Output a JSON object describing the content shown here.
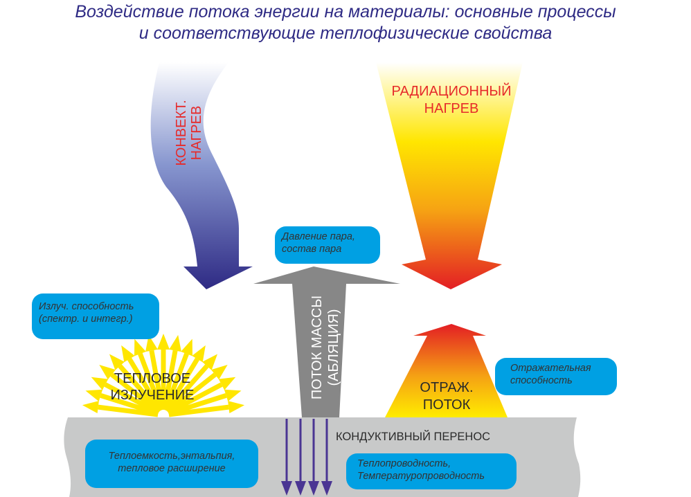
{
  "title": {
    "line1": "Воздействие потока энергии на материалы: основные процессы",
    "line2": "и соответствующие теплофизические свойства"
  },
  "colors": {
    "title": "#2e2a84",
    "bubble": "#00a0e3",
    "material": "#c8c9c9",
    "mass_flow_arrow": "#878787",
    "conduction_arrows": "#4a3593",
    "label_red": "#e62a2a",
    "radiation_gradient": [
      "#ffffff",
      "#ffe600",
      "#f39c12",
      "#e31e24"
    ],
    "convection_gradient": [
      "#ffffff",
      "#7b8ecb",
      "#2e2a84"
    ],
    "thermal_radiation": "#ffe600"
  },
  "processes": {
    "convective_heating": {
      "line1": "КОНВЕКТ.",
      "line2": "НАГРЕВ",
      "icon": "wavy-arrow-down-icon"
    },
    "radiative_heating": {
      "line1": "РАДИАЦИОННЫЙ",
      "line2": "НАГРЕВ",
      "icon": "cone-arrow-down-icon"
    },
    "mass_flow": {
      "line1": "ПОТОК МАССЫ",
      "line2": "(АБЛЯЦИЯ)",
      "icon": "arrow-up-icon"
    },
    "thermal_radiation": {
      "line1": "ТЕПЛОВОЕ",
      "line2": "ИЗЛУЧЕНИЕ",
      "icon": "radiating-fan-icon"
    },
    "reflected_flux": {
      "line1": "ОТРАЖ.",
      "line2": "ПОТОК",
      "icon": "arrow-up-icon"
    },
    "conductive_transfer": {
      "label": "КОНДУКТИВНЫЙ ПЕРЕНОС",
      "icon": "arrows-down-icon"
    }
  },
  "properties": {
    "vapor": {
      "line1": "Давление пара,",
      "line2": "состав пара"
    },
    "emissivity": {
      "line1": "Излуч. способность",
      "line2": "(спектр. и интегр.)"
    },
    "reflectivity": {
      "line1": "Отражательная",
      "line2": "способность"
    },
    "heat_capacity": {
      "line1": "Теплоемкость,энтальпия,",
      "line2": "тепловое расширение"
    },
    "conductivity": {
      "line1": "Теплопроводность,",
      "line2": "Температуропроводность"
    }
  }
}
